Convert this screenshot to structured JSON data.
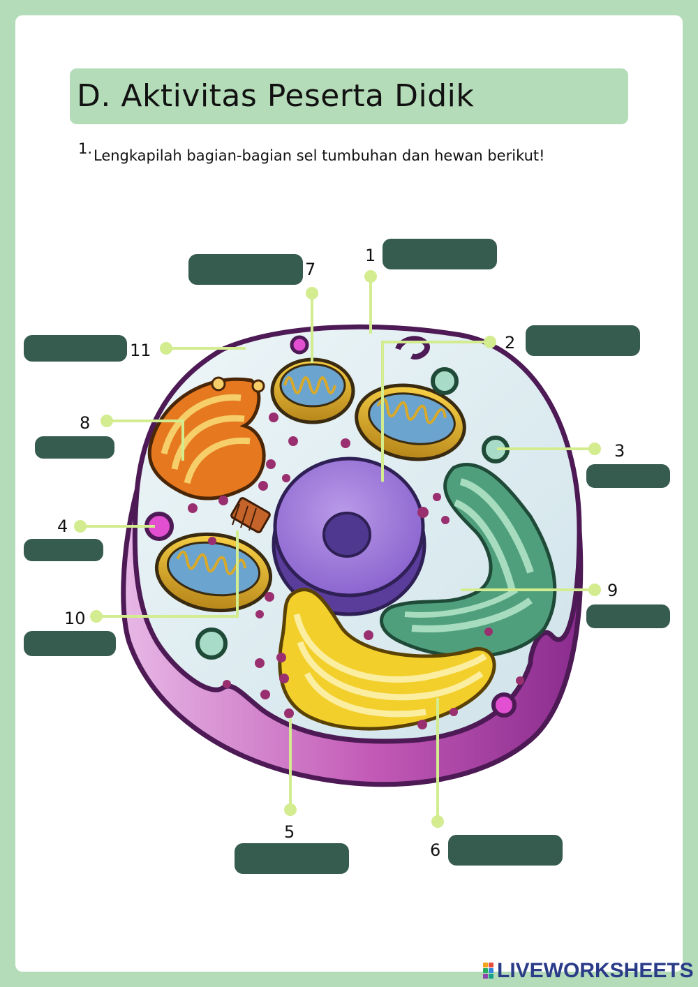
{
  "header": {
    "title": "D. Aktivitas Peserta Didik"
  },
  "instruction": {
    "number": "1.",
    "text": "Lengkapilah bagian-bagian sel tumbuhan dan hewan berikut!"
  },
  "labels": [
    "1",
    "2",
    "3",
    "4",
    "5",
    "6",
    "7",
    "8",
    "9",
    "10",
    "11"
  ],
  "answers": [
    {
      "label": "1",
      "value": ""
    },
    {
      "label": "2",
      "value": ""
    },
    {
      "label": "3",
      "value": ""
    },
    {
      "label": "4",
      "value": ""
    },
    {
      "label": "5",
      "value": ""
    },
    {
      "label": "6",
      "value": ""
    },
    {
      "label": "7",
      "value": ""
    },
    {
      "label": "8",
      "value": ""
    },
    {
      "label": "9",
      "value": ""
    },
    {
      "label": "10",
      "value": ""
    },
    {
      "label": "11",
      "value": ""
    }
  ],
  "colors": {
    "background": "#b5dcb9",
    "answer_box": "#365b4f",
    "leader_line": "#d2ec8f",
    "membrane": "#5a1f63"
  },
  "branding": {
    "text": "LIVEWORKSHEETS",
    "icon": "liveworksheets-logo-icon"
  }
}
